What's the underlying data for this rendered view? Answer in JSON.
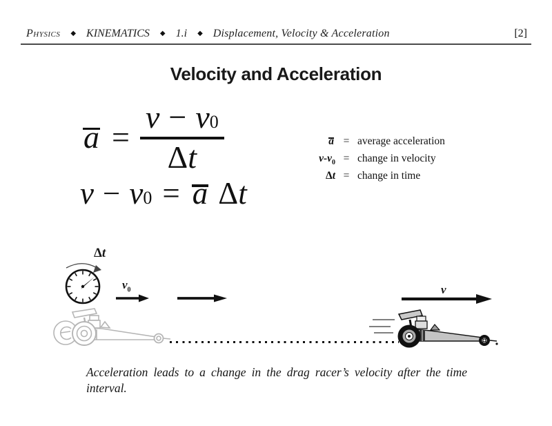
{
  "header": {
    "course": "Physics",
    "separator": "◆",
    "unit": "KINEMATICS",
    "section": "1.i",
    "topic": "Displacement, Velocity & Acceleration",
    "page_number": "[2]"
  },
  "title": "Velocity and Acceleration",
  "formula1": {
    "a": "a",
    "equals": "=",
    "v": "v",
    "minus": "−",
    "v0_base": "v",
    "v0_sub": "0",
    "delta": "Δ",
    "t": "t"
  },
  "formula2": {
    "v": "v",
    "minus": "−",
    "v0_base": "v",
    "v0_sub": "0",
    "equals": "=",
    "a": "a",
    "delta": "Δ",
    "t": "t"
  },
  "legend": {
    "row1": {
      "symbol": "a",
      "equals": "=",
      "text": "average acceleration"
    },
    "row2": {
      "symbol_main": "v-v",
      "symbol_sub": "0",
      "equals": "=",
      "text": "change in velocity"
    },
    "row3": {
      "symbol_delta": "Δ",
      "symbol_t": "t",
      "equals": "=",
      "text": "change in time"
    }
  },
  "diagram": {
    "dt_label_delta": "Δ",
    "dt_label_t": "t",
    "v0_label_main": "v",
    "v0_label_sub": "0",
    "v_label": "v",
    "icons": {
      "stopwatch": "stopwatch-icon",
      "start_racer": "drag-racer-start-icon",
      "end_racer": "drag-racer-finish-icon"
    }
  },
  "caption": {
    "lines": [
      "Acceleration leads to a change in the drag racer’s velocity after the time",
      "interval."
    ]
  },
  "colors": {
    "text": "#1a1a1a",
    "rule": "#4a4a4a",
    "faded_racer": "#b5b5b5",
    "racer_body": "#c4c4c4",
    "ink": "#111111"
  }
}
